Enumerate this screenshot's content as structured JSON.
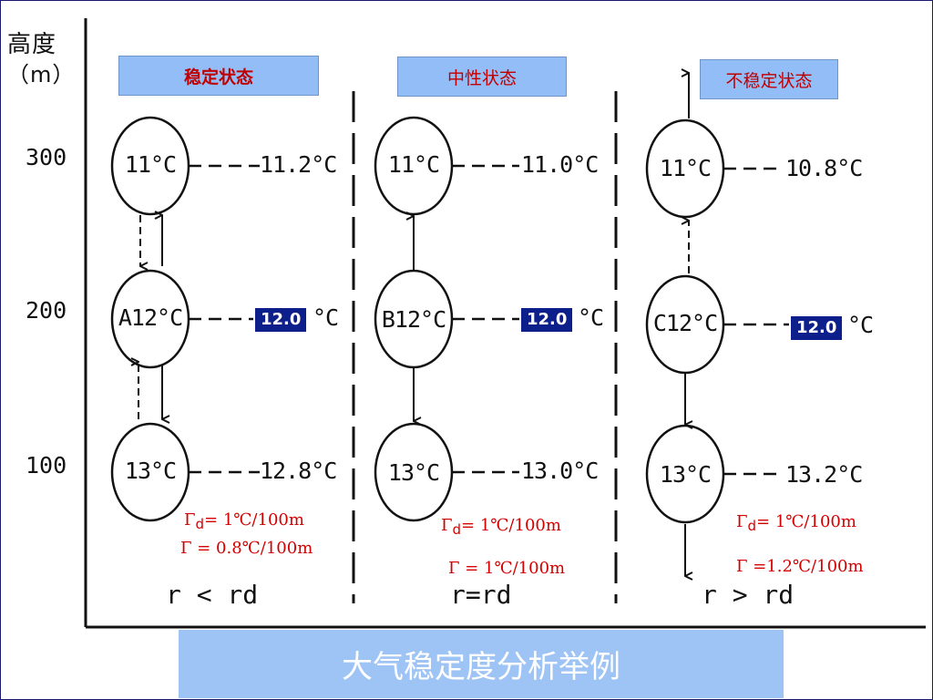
{
  "axis": {
    "title_line1": "高度",
    "title_line2": "（m）",
    "ticks": [
      "300",
      "200",
      "100"
    ]
  },
  "states": [
    {
      "title": "稳定状态",
      "title_color": "#c00000",
      "title_bold": true,
      "parcels": [
        "11°C",
        "A12°C",
        "13°C"
      ],
      "env_top": "11.2°C",
      "env_mid_badge": "12.0",
      "env_mid_unit": "°C",
      "env_bot": "12.8°C",
      "gamma_d": "Γ",
      "gamma_d_sub": "d",
      "gamma_d_rest": "= 1℃/100m",
      "gamma": "Γ = 0.8℃/100m",
      "condition": "r < rd"
    },
    {
      "title": "中性状态",
      "title_color": "#c00000",
      "title_bold": false,
      "parcels": [
        "11°C",
        "B12°C",
        "13°C"
      ],
      "env_top": "11.0°C",
      "env_mid_badge": "12.0",
      "env_mid_unit": "°C",
      "env_bot": "13.0°C",
      "gamma_d": "Γ",
      "gamma_d_sub": "d",
      "gamma_d_rest": "= 1℃/100m",
      "gamma": "Γ = 1℃/100m",
      "condition": "r=rd"
    },
    {
      "title": "不稳定状态",
      "title_color": "#c00000",
      "title_bold": false,
      "parcels": [
        "11°C",
        "C12°C",
        "13°C"
      ],
      "env_top": "10.8°C",
      "env_mid_badge": "12.0",
      "env_mid_unit": "°C",
      "env_bot": "13.2°C",
      "gamma_d": "Γ",
      "gamma_d_sub": "d",
      "gamma_d_rest": "= 1℃/100m",
      "gamma": "Γ =1.2℃/100m",
      "condition": "r > rd"
    }
  ],
  "footer_title": "大气稳定度分析举例"
}
